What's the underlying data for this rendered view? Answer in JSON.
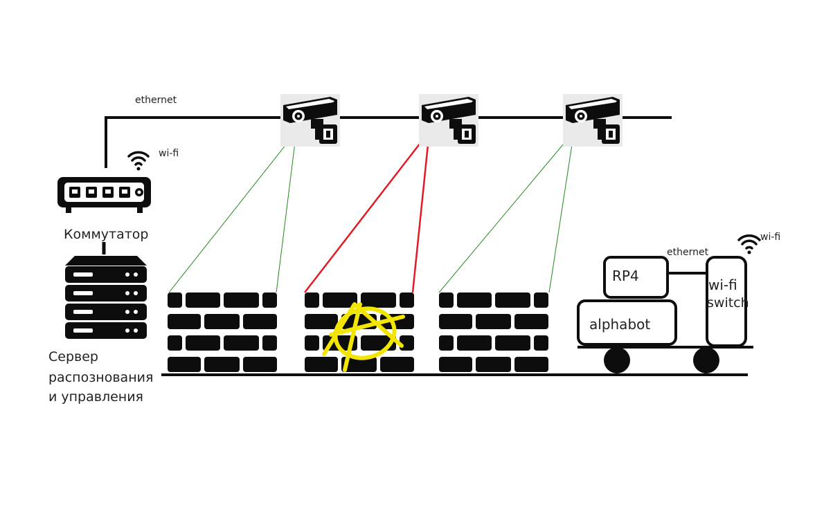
{
  "labels": {
    "ethernet_top": "ethernet",
    "wifi_switch_top": "wi-fi",
    "switch_name": "Коммутатор",
    "server_line1": "Сервер",
    "server_line2": "распознования",
    "server_line3": "и управления",
    "ethernet_robot": "ethernet",
    "wifi_robot": "wi-fi",
    "rp4": "RP4",
    "alphabot": "alphabot",
    "wifi_switch_l1": "wi-fi",
    "wifi_switch_l2": "switch"
  },
  "icons": [
    "wifi-icon",
    "network-switch-icon",
    "server-icon",
    "security-camera-icon",
    "brick-wall-icon",
    "anarchy-graffiti-icon",
    "robot-wheel-icon"
  ],
  "colors": {
    "ok_view": "#1e8a1e",
    "alert_view": "#e01b24",
    "graffiti": "#f2e600",
    "ink": "#0d0d0d"
  }
}
